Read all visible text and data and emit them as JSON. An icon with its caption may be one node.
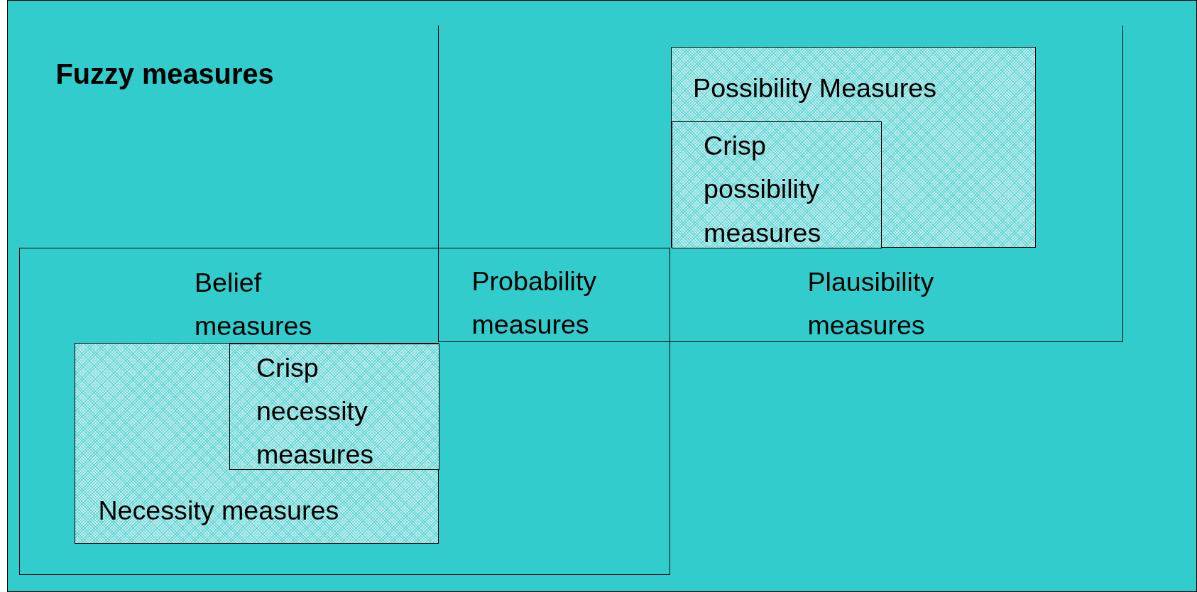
{
  "diagram": {
    "nodes": [
      {
        "text": [
          "Fuzzy measures"
        ]
      },
      {
        "text": [
          "Belief measures"
        ],
        "in": 0
      },
      {
        "text": [
          "Plausibility measures"
        ],
        "in": 0
      },
      {
        "text": [
          "Probability measures"
        ]
      },
      {
        "text": [
          "Possibility Measures"
        ],
        "in": 2
      },
      {
        "text": [
          "Crisp possibility measures"
        ],
        "in": 4
      },
      {
        "text": [
          "Necessity measures"
        ],
        "in": 1
      },
      {
        "text": [
          "Crisp necessity measures"
        ],
        "in": 6
      }
    ]
  }
}
